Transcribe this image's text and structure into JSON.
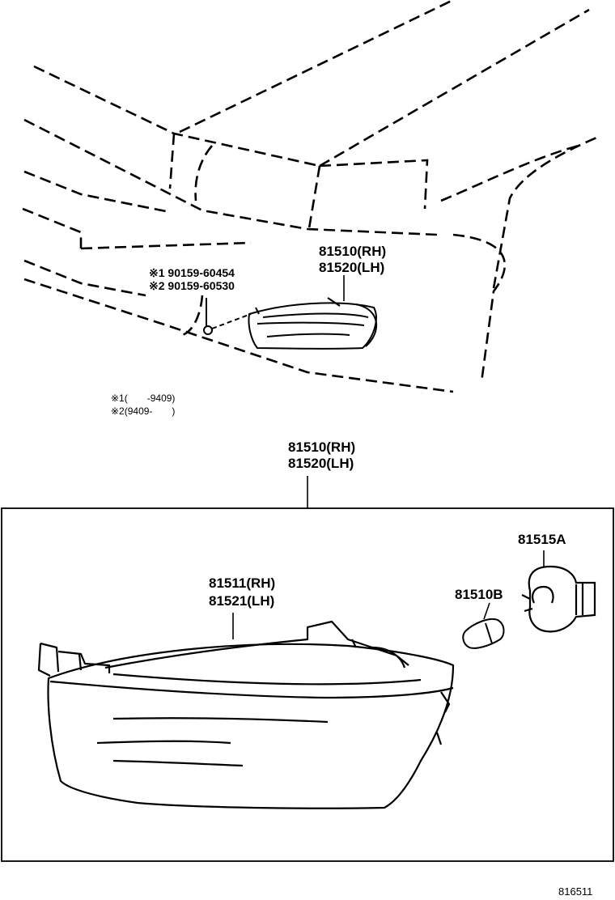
{
  "top_callout": {
    "part_rh": "81510(RH)",
    "part_lh": "81520(LH)",
    "screw_1": "※1 90159-60454",
    "screw_2": "※2 90159-60530",
    "note_1": "※1(　　-9409)",
    "note_2": "※2(9409-　　)"
  },
  "assembly_callout": {
    "part_rh": "81510(RH)",
    "part_lh": "81520(LH)"
  },
  "lens_callout": {
    "part_rh": "81511(RH)",
    "part_lh": "81521(LH)"
  },
  "bulb_label": "81510B",
  "socket_label": "81515A",
  "figure_number": "816511",
  "colors": {
    "line": "#000000",
    "background": "#ffffff"
  }
}
